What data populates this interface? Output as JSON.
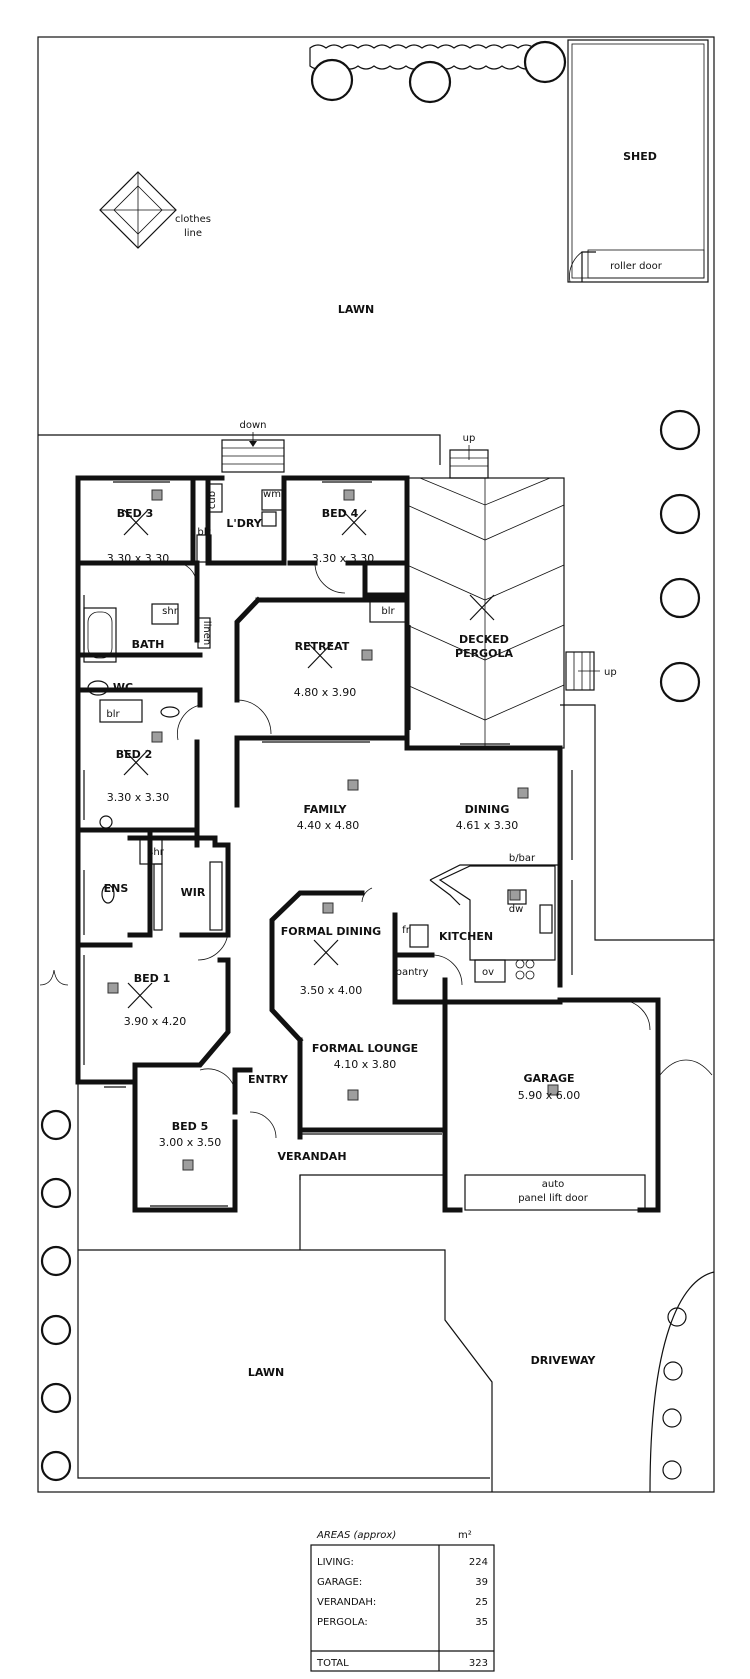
{
  "outdoor": {
    "shed": "SHED",
    "roller_door": "roller door",
    "clothes_line": [
      "clothes",
      "line"
    ],
    "lawn_back": "LAWN",
    "lawn_front": "LAWN",
    "down": "down",
    "up": "up",
    "driveway": "DRIVEWAY",
    "verandah": "VERANDAH",
    "entry": "ENTRY"
  },
  "rooms": {
    "bed3": {
      "name": "BED 3",
      "size": "3.30 x 3.30"
    },
    "bed4": {
      "name": "BED 4",
      "size": "3.30 x 3.30"
    },
    "laundry": "L'DRY",
    "cub": "cub",
    "blr": "blr",
    "wm": "wm",
    "shr": "shr",
    "linen": "linen",
    "bath": "BATH",
    "wc": "WC",
    "retreat": {
      "name": "RETREAT",
      "size": "4.80 x 3.90"
    },
    "pergola": [
      "DECKED",
      "PERGOLA"
    ],
    "bed2": {
      "name": "BED 2",
      "size": "3.30 x 3.30"
    },
    "family": {
      "name": "FAMILY",
      "size": "4.40 x 4.80"
    },
    "dining": {
      "name": "DINING",
      "size": "4.61 x 3.30"
    },
    "bbar": "b/bar",
    "ens": "ENS",
    "wir": "WIR",
    "formal_dining": {
      "name": "FORMAL DINING",
      "size": "3.50 x 4.00"
    },
    "kitchen": "KITCHEN",
    "dw": "dw",
    "fr": "fr",
    "pantry": "pantry",
    "ov": "ov",
    "bed1": {
      "name": "BED 1",
      "size": "3.90 x 4.20"
    },
    "formal_lounge": {
      "name": "FORMAL LOUNGE",
      "size": "4.10 x 3.80"
    },
    "garage": {
      "name": "GARAGE",
      "size": "5.90 x 6.00"
    },
    "garage_door": [
      "auto",
      "panel lift door"
    ],
    "bed5": {
      "name": "BED 5",
      "size": "3.00 x 3.50"
    }
  },
  "areas": {
    "title": "AREAS (approx)",
    "unit": "m²",
    "rows": [
      {
        "label": "LIVING:",
        "value": "224"
      },
      {
        "label": "GARAGE:",
        "value": "39"
      },
      {
        "label": "VERANDAH:",
        "value": "25"
      },
      {
        "label": "PERGOLA:",
        "value": "35"
      }
    ],
    "total": {
      "label": "TOTAL",
      "value": "323"
    }
  }
}
